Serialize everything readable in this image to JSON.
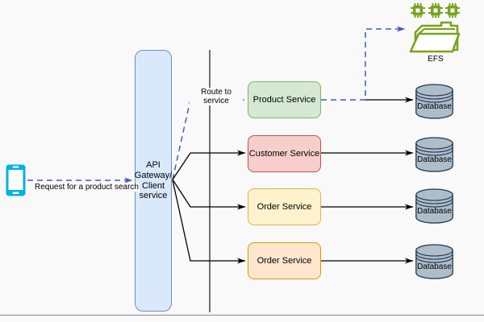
{
  "diagram": {
    "client": {
      "request_label": "Request for a product search"
    },
    "gateway": {
      "label": "API Gateway/ Client service"
    },
    "route_label": "Route to service",
    "services": [
      {
        "label": "Product Service",
        "fill": "#d5e8d4",
        "stroke": "#82b366"
      },
      {
        "label": "Customer Service",
        "fill": "#f8cecc",
        "stroke": "#b85450"
      },
      {
        "label": "Order Service",
        "fill": "#fff2cc",
        "stroke": "#d6b656"
      },
      {
        "label": "Order Service",
        "fill": "#ffe6cc",
        "stroke": "#d79b00"
      }
    ],
    "databases": [
      {
        "label": "Database"
      },
      {
        "label": "Database"
      },
      {
        "label": "Database"
      },
      {
        "label": "Database"
      }
    ],
    "storage": {
      "label": "EFS"
    },
    "colors": {
      "background": "#faf9f9",
      "gateway_fill": "#dae8fc",
      "gateway_stroke": "#6c8ebf",
      "dashed_edge": "#3f5bc6",
      "solid_edge": "#000000",
      "db_fill": "#aebdca",
      "db_stroke": "#20384e",
      "phone": "#00b2dd",
      "efs_green": "#7aa21c",
      "divider": "#4d4d4d",
      "page_edge": "#999999"
    }
  }
}
